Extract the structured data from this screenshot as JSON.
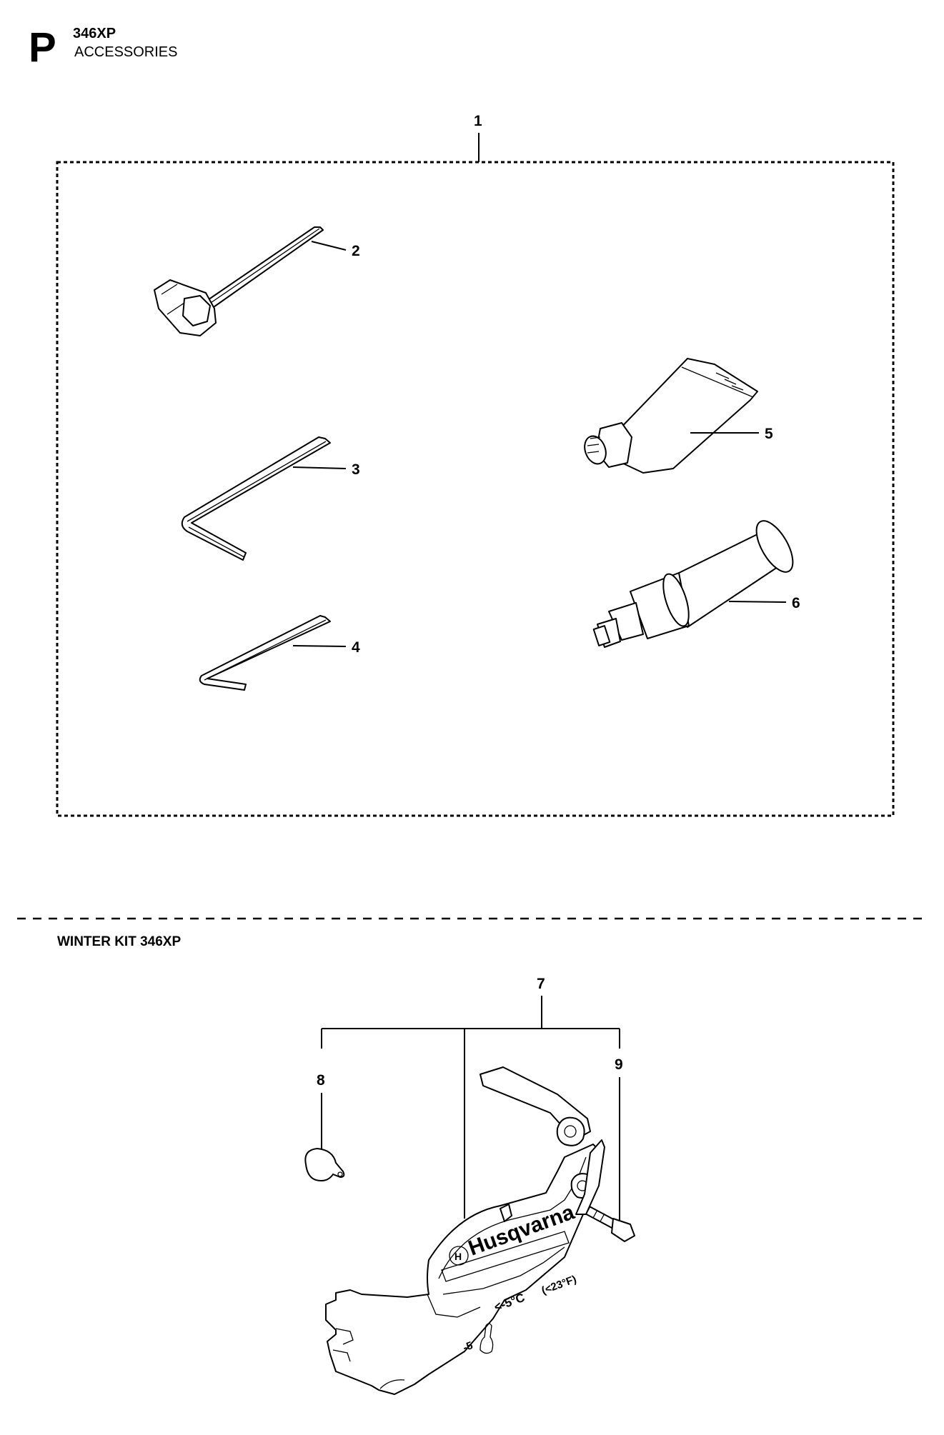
{
  "header": {
    "section_letter": "P",
    "model": "346XP",
    "title": "ACCESSORIES"
  },
  "winter_kit": {
    "title": "WINTER KIT 346XP"
  },
  "callouts": {
    "c1": "1",
    "c2": "2",
    "c3": "3",
    "c4": "4",
    "c5": "5",
    "c6": "6",
    "c7": "7",
    "c8": "8",
    "c9": "9"
  },
  "cover_markings": {
    "brand": "Husqvarna",
    "temp_celsius": "<-5°C",
    "temp_fahrenheit": "(<23°F)",
    "minus_five": "-5"
  }
}
